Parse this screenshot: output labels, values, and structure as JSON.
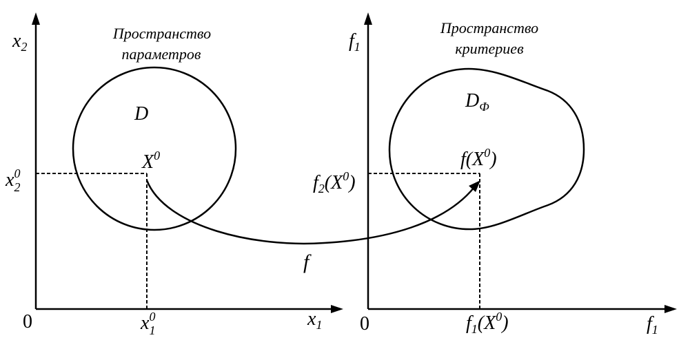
{
  "left_panel": {
    "title_line1": "Пространство",
    "title_line2": "параметров",
    "region_label": "D",
    "point_base": "X",
    "point_sup": "0",
    "y_axis_base": "x",
    "y_axis_sub": "2",
    "x_axis_base": "x",
    "x_axis_sub": "1",
    "origin": "0",
    "y_coord_base": "x",
    "y_coord_sup": "0",
    "y_coord_sub": "2",
    "x_coord_base": "x",
    "x_coord_sup": "0",
    "x_coord_sub": "1"
  },
  "mapping_label": "f",
  "right_panel": {
    "title_line1": "Пространство",
    "title_line2": "критериев",
    "region_base": "D",
    "region_sub": "Ф",
    "point_pre": "f(X",
    "point_sup": "0",
    "point_post": ")",
    "y_axis_base": "f",
    "y_axis_sub": "1",
    "x_axis_base": "f",
    "x_axis_sub": "1",
    "origin": "0",
    "y_coord_base": "f",
    "y_coord_sub": "2",
    "y_coord_mid": "(X",
    "y_coord_sup": "0",
    "y_coord_post": ")",
    "x_coord_base": "f",
    "x_coord_sub": "1",
    "x_coord_mid": "(X",
    "x_coord_sup": "0",
    "x_coord_post": ")"
  }
}
